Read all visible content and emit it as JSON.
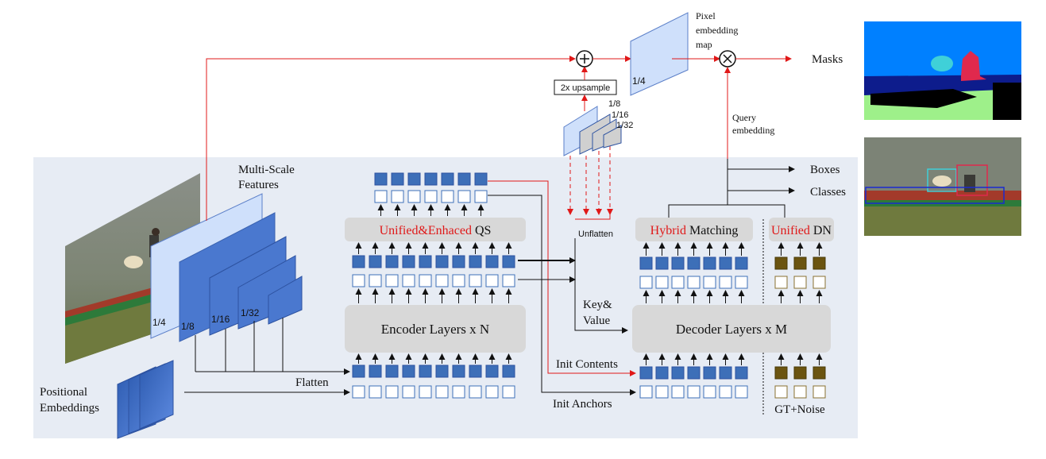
{
  "labels": {
    "multi_scale_features": [
      "Multi-Scale",
      "Features"
    ],
    "positional_embeddings": [
      "Positional",
      "Embeddings"
    ],
    "flatten": "Flatten",
    "scales": [
      "1/4",
      "1/8",
      "1/16",
      "1/32"
    ],
    "qs_red": "Unified&Enhaced",
    "qs_black": " QS",
    "encoder": "Encoder Layers x N",
    "decoder": "Decoder Layers x M",
    "hybrid_red": "Hybrid",
    "hybrid_black": " Matching",
    "unified_red": "Unified",
    "unified_black": " DN",
    "gt_noise": "GT+Noise",
    "init_contents": "Init Contents",
    "init_anchors": "Init Anchors",
    "key_value": [
      "Key&",
      "Value"
    ],
    "unflatten": "Unflatten",
    "upsample": "2x upsample",
    "pyramid_scales": [
      "1/8",
      "1/16",
      "1/32"
    ],
    "pixel_embedding": [
      "Pixel",
      "embedding",
      "map"
    ],
    "pixel_scale": "1/4",
    "query_embedding": [
      "Query",
      "embedding"
    ],
    "masks": "Masks",
    "boxes": "Boxes",
    "classes": "Classes"
  },
  "colors": {
    "panel_bg": "#e7ecf4",
    "feature_light": "#cfe0fb",
    "feature_blue": "#4a78cf",
    "token_blue": "#3d6fb8",
    "token_outline": "#3d6fb8",
    "gray_box": "#d8d8d8",
    "red_line": "#e01818",
    "dn_brown": "#6b5410",
    "dn_outline": "#8a7030"
  }
}
